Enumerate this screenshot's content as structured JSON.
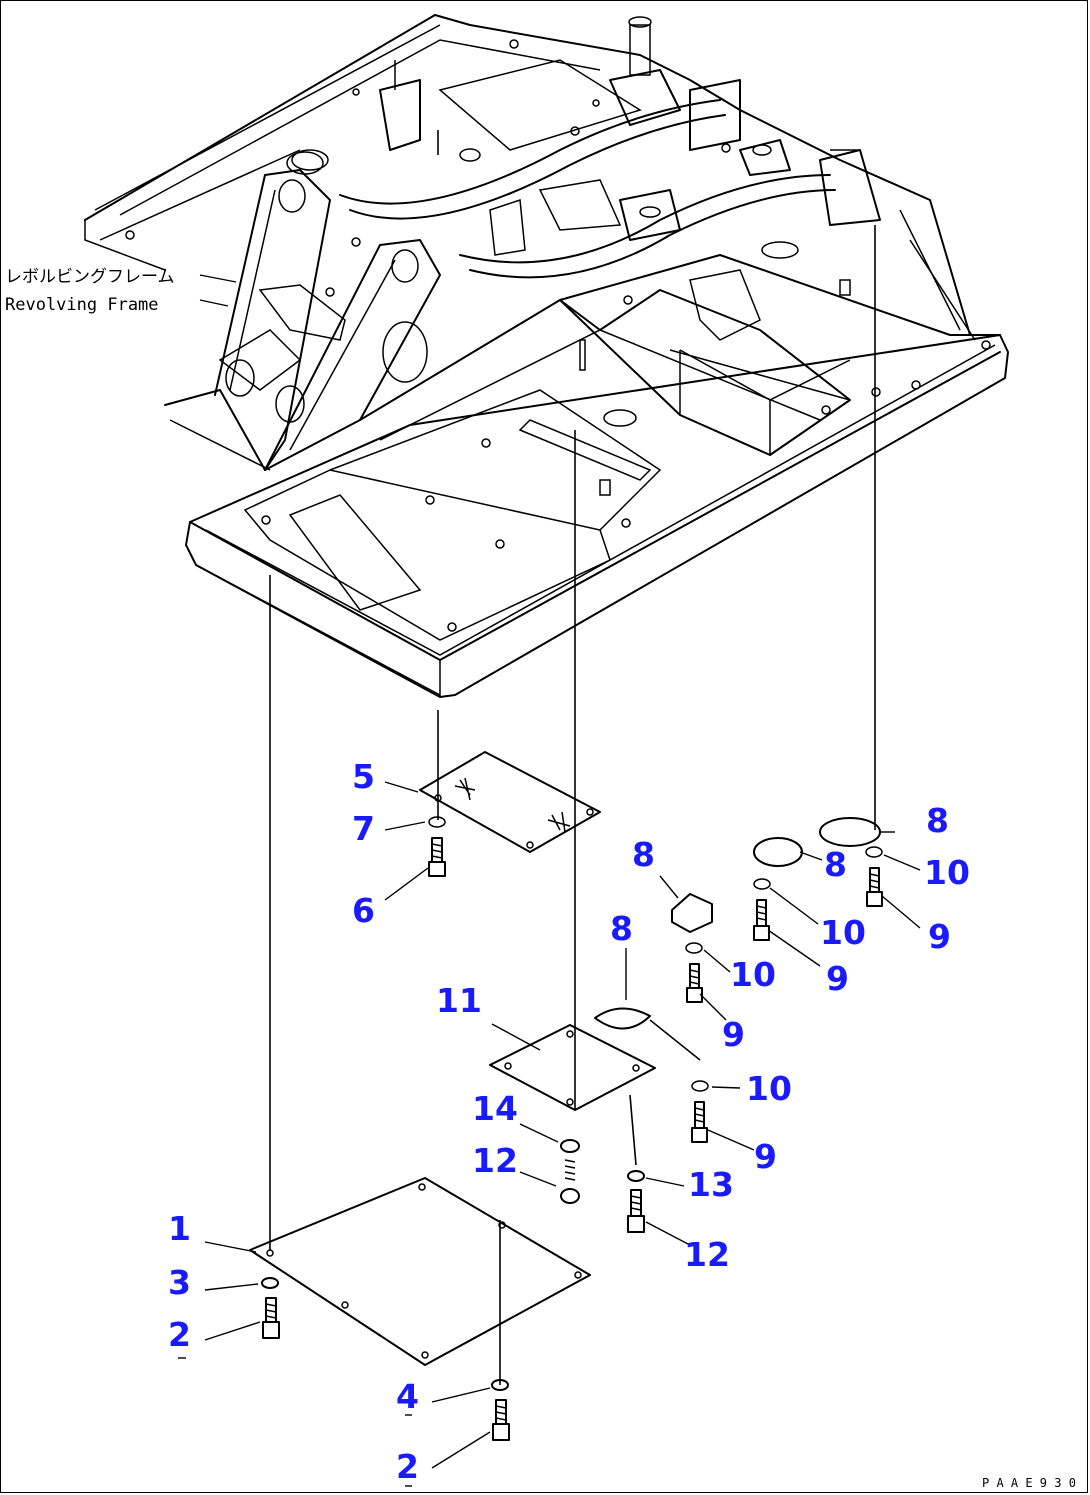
{
  "diagram": {
    "frame_label_jp": "レボルビングフレーム",
    "frame_label_en": "Revolving Frame",
    "drawing_code": "P A A E 9 3 0"
  },
  "callouts": [
    {
      "id": "c1",
      "text": "1"
    },
    {
      "id": "c2a",
      "text": "2"
    },
    {
      "id": "c2b",
      "text": "2"
    },
    {
      "id": "c3",
      "text": "3"
    },
    {
      "id": "c4",
      "text": "4"
    },
    {
      "id": "c5",
      "text": "5"
    },
    {
      "id": "c6",
      "text": "6"
    },
    {
      "id": "c7",
      "text": "7"
    },
    {
      "id": "c8a",
      "text": "8"
    },
    {
      "id": "c8b",
      "text": "8"
    },
    {
      "id": "c8c",
      "text": "8"
    },
    {
      "id": "c8d",
      "text": "8"
    },
    {
      "id": "c9a",
      "text": "9"
    },
    {
      "id": "c9b",
      "text": "9"
    },
    {
      "id": "c9c",
      "text": "9"
    },
    {
      "id": "c9d",
      "text": "9"
    },
    {
      "id": "c10a",
      "text": "10"
    },
    {
      "id": "c10b",
      "text": "10"
    },
    {
      "id": "c10c",
      "text": "10"
    },
    {
      "id": "c10d",
      "text": "10"
    },
    {
      "id": "c11",
      "text": "11"
    },
    {
      "id": "c12a",
      "text": "12"
    },
    {
      "id": "c12b",
      "text": "12"
    },
    {
      "id": "c13",
      "text": "13"
    },
    {
      "id": "c14",
      "text": "14"
    }
  ]
}
